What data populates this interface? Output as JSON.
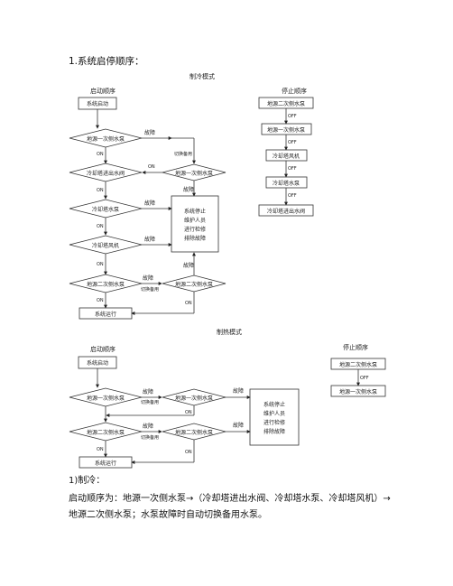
{
  "heading": "1.系统启停顺序：",
  "cooling": {
    "title": "制冷模式",
    "start_header": "启动顺序",
    "stop_header": "停止顺序",
    "start_box": "系统启动",
    "d1": "地源一次侧水泵",
    "d2": "冷却塔进出水阀",
    "d2b": "地源一次侧水泵",
    "d3": "冷却塔水泵",
    "d4": "冷却塔风机",
    "d5": "地源二次侧水泵",
    "d5b": "地源二次侧水泵",
    "end_box": "系统运行",
    "fault_box": [
      "系统停止",
      "维护人员",
      "进行检修",
      "排除故障"
    ],
    "stop_steps": [
      "地源二次侧水泵",
      "地源一次侧水泵",
      "冷却塔风机",
      "冷却塔水泵",
      "冷却塔进出水阀"
    ],
    "on": "ON",
    "off": "OFF",
    "fault": "故障",
    "switch_standby": "切换备用"
  },
  "heating": {
    "title": "制热模式",
    "start_header": "启动顺序",
    "stop_header": "停止顺序",
    "start_box": "系统启动",
    "d1": "地源一次侧水泵",
    "d1b": "地源一次侧水泵",
    "d2": "地源二次侧水泵",
    "d2b": "地源二次侧水泵",
    "end_box": "系统运行",
    "fault_box": [
      "系统停止",
      "维护人员",
      "进行检修",
      "排除故障"
    ],
    "stop_steps": [
      "地源二次侧水泵",
      "地源一次侧水泵"
    ],
    "on": "ON",
    "off": "OFF",
    "fault": "故障",
    "switch_standby": "切换备用"
  },
  "section_1": "1)制冷：",
  "para_line1": "启动顺序为：地源一次侧水泵→（冷却塔进出水阀、冷却塔水泵、冷却塔风机）→",
  "para_line2": "地源二次侧水泵；水泵故障时自动切换备用水泵。"
}
